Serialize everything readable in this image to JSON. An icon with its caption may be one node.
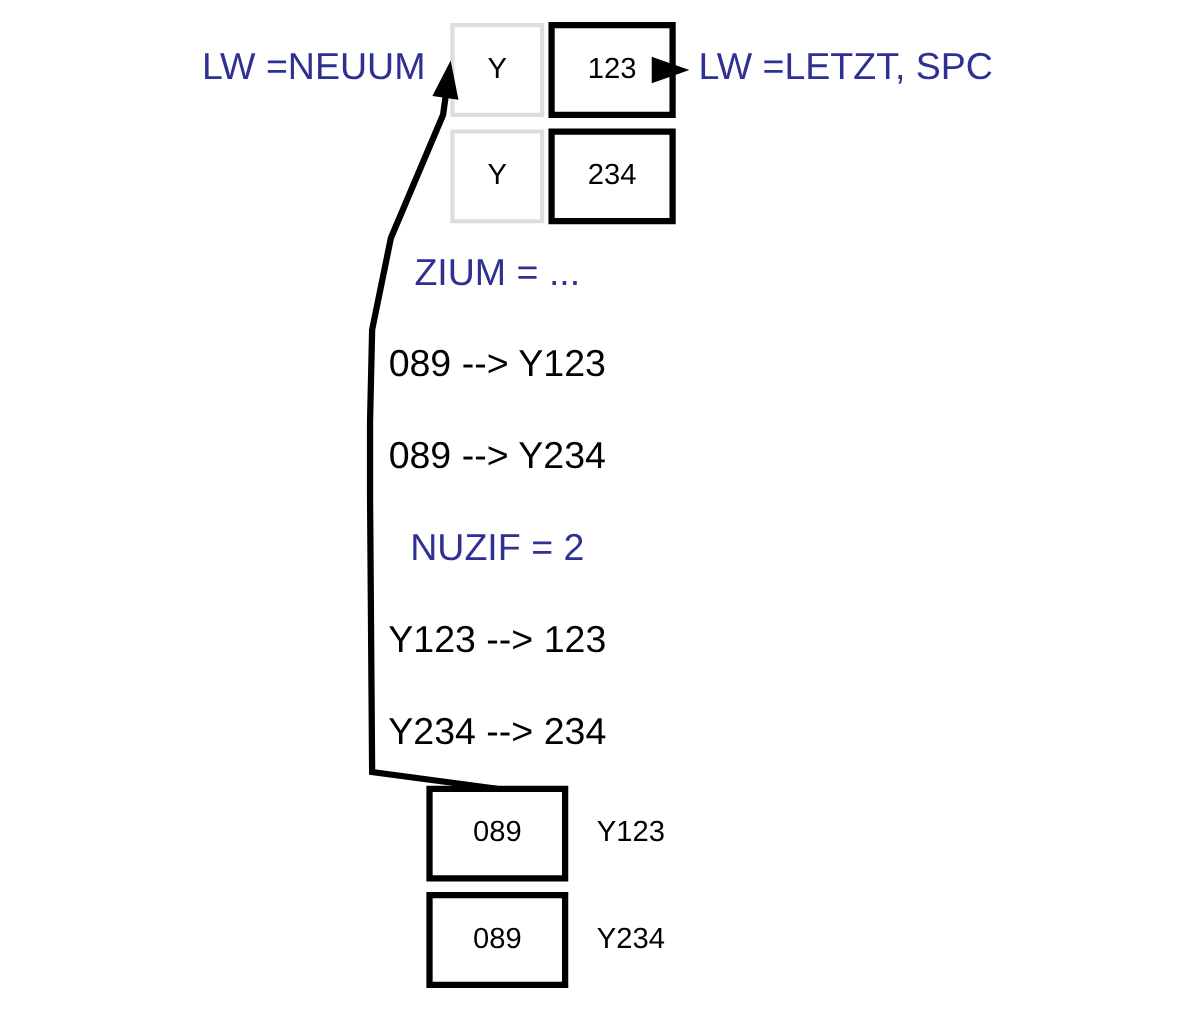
{
  "diagram": {
    "nodes": [
      {
        "text": [
          "Y"
        ]
      },
      {
        "text": [
          "123"
        ]
      },
      {
        "text": [
          "Y"
        ]
      },
      {
        "text": [
          "234"
        ]
      },
      {
        "text": [
          "089"
        ],
        "beside": [
          "Y123"
        ]
      },
      {
        "text": [
          "089"
        ],
        "beside": [
          "Y234"
        ]
      },
      {
        "text": [
          "LW =LETZT, SPC"
        ]
      }
    ],
    "edges": [
      {
        "from": 4,
        "to": 0,
        "arrow": "to"
      },
      {
        "from": 1,
        "to": 6,
        "arrow": "to"
      }
    ],
    "labels": [
      "LW =NEUUM",
      "ZIUM = ...",
      "089 --> Y123",
      "089 --> Y234",
      "NUZIF = 2",
      "Y123 --> 123",
      "Y234 --> 234"
    ]
  }
}
